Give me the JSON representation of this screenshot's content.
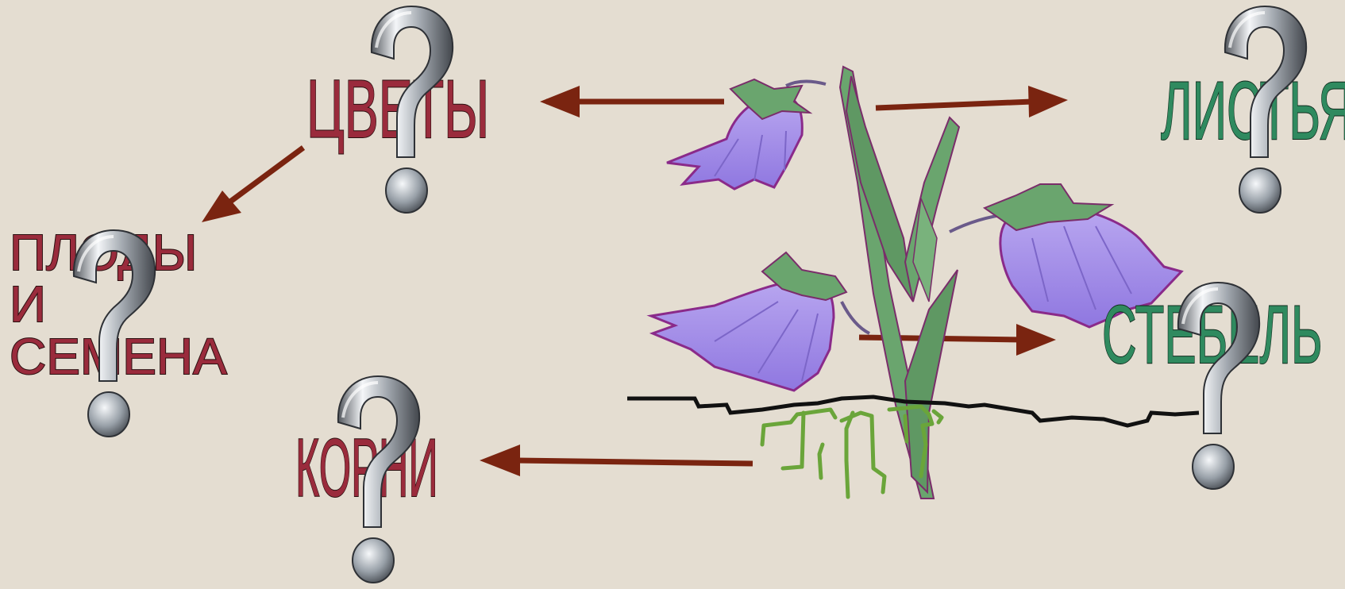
{
  "labels": {
    "flowers": "ЦВЕТЫ",
    "leaves": "ЛИСТЬЯ",
    "stem": "СТЕБЕЛЬ",
    "roots": "КОРНИ",
    "fruits_line1": "ПЛОДЫ",
    "fruits_line2": "И",
    "fruits_line3": "СЕМЕНА"
  },
  "colors": {
    "background": "#e4ddd1",
    "generative_organs": "#9a2b3c",
    "vegetative_organs": "#2f8a5f",
    "arrows": "#7a2410",
    "petals": "#a58ee8",
    "leaves": "#6aa56e",
    "roots": "#6aa53a",
    "soil_line": "#111111"
  },
  "icons": {
    "question_mark": "question-mark-3d-icon",
    "plant": "bellflower-plant-illustration"
  }
}
